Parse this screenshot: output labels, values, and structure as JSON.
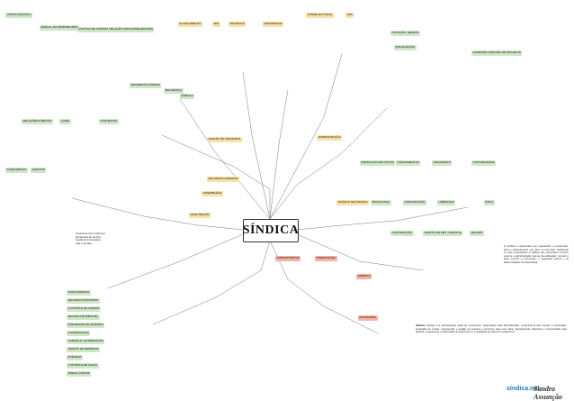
{
  "center_title": "SÍNDICA",
  "top_nodes": [
    {
      "label": "CÓDIGO DE ÉTICA",
      "color": "#cfe6c9"
    },
    {
      "label": "MANUAL DO PROPRIETÁRIO",
      "color": "#cfe6c9"
    },
    {
      "label": "POLÍTICA DE COMPRAS",
      "color": "#cfe6c9"
    },
    {
      "label": "RELAÇÃO COM FORNECEDORES",
      "color": "#cfe6c9"
    },
    {
      "label": "PLANEJAMENTO",
      "color": "#f9e2a8"
    },
    {
      "label": "SPA",
      "color": "#f9e2a8"
    },
    {
      "label": "PROJETOS",
      "color": "#f9e2a8"
    },
    {
      "label": "PRESIDÊNCIA",
      "color": "#f9e2a8"
    },
    {
      "label": "CONSELHO FISCAL",
      "color": "#f9e2a8"
    },
    {
      "label": "CDS",
      "color": "#f9e2a8"
    },
    {
      "label": "INOVAÇÃO, RECEITA",
      "color": "#cfe6c9"
    },
    {
      "label": "FISCALIZAÇÃO",
      "color": "#cfe6c9"
    },
    {
      "label": "COMISSÃO GESTORA DE PROJETOS",
      "color": "#cfe6c9"
    }
  ],
  "mid_nodes": [
    {
      "label": "REGIMENTO INTERNO",
      "color": "#cfe6c9"
    },
    {
      "label": "SEGURANÇA",
      "color": "#cfe6c9"
    },
    {
      "label": "PÚBLICO",
      "color": "#cfe6c9"
    },
    {
      "label": "CONTRATOS",
      "color": "#cfe6c9"
    },
    {
      "label": "RELAÇÕES PÚBLICAS",
      "color": "#cfe6c9"
    },
    {
      "label": "LAZER",
      "color": "#cfe6c9"
    },
    {
      "label": "CONDOMÍNIOS",
      "color": "#cfe6c9"
    },
    {
      "label": "EVENTOS",
      "color": "#cfe6c9"
    },
    {
      "label": "GESTÃO DE TERCEIROS",
      "color": "#f9e2a8"
    },
    {
      "label": "RECURSOS HUMANOS",
      "color": "#f9e2a8"
    },
    {
      "label": "MANUTENÇÃO",
      "color": "#f9e2a8"
    },
    {
      "label": "ASSEMBLÉIAS",
      "color": "#f9e2a8"
    },
    {
      "label": "ADMINISTRAÇÃO",
      "color": "#f9e2a8"
    },
    {
      "label": "PRESTAÇÃO DE CONTAS",
      "color": "#cfe6c9"
    },
    {
      "label": "INVESTIMENTOS",
      "color": "#cfe6c9"
    },
    {
      "label": "ORÇAMENTO",
      "color": "#cfe6c9"
    },
    {
      "label": "CONTABILIDADE",
      "color": "#cfe6c9"
    },
    {
      "label": "SAÚDE E SEGURANÇA",
      "color": "#f9e2a8"
    },
    {
      "label": "TECNOLOGIA",
      "color": "#cfe6c9"
    },
    {
      "label": "COMUNICAÇÃO",
      "color": "#cfe6c9"
    },
    {
      "label": "LIDERANÇA",
      "color": "#cfe6c9"
    },
    {
      "label": "ÉTICA",
      "color": "#cfe6c9"
    }
  ],
  "bottom_nodes": [
    {
      "label": "ADMINISTRATIVO",
      "color": "#f6b3a3"
    },
    {
      "label": "OPERACIONAL",
      "color": "#f6b3a3"
    },
    {
      "label": "JURÍDICO",
      "color": "#f6b3a3"
    },
    {
      "label": "FINANCEIRO",
      "color": "#f6b3a3"
    },
    {
      "label": "CONTRATAÇÃO",
      "color": "#cfe6c9"
    },
    {
      "label": "GESTÃO DE PESSOAS",
      "color": "#cfe6c9"
    },
    {
      "label": "GARANTIA",
      "color": "#cfe6c9"
    },
    {
      "label": "SEGURO",
      "color": "#cfe6c9"
    }
  ],
  "left_column": [
    "ALMOXARIFADO",
    "RECURSOS PRÓPRIOS",
    "CONTROLE DE ACESSO",
    "SEGURO PATRIMONIAL",
    "PREVENÇÃO DE INCÊNDIO",
    "CONSERVAÇÃO",
    "LIMPEZA E CONSERVAÇÃO",
    "GESTÃO DE RESÍDUOS",
    "PORTARIA",
    "CONTROLE DE VAGAS",
    "ÁREAS COMUNS"
  ],
  "side_notes": [
    "Contrato de obra / Reformas",
    "Fiscalização de serviços",
    "Gestão de fornecedores",
    "Atas e reuniões"
  ],
  "final_text_title": "Síndica:",
  "final_text": "Síndica é a representante legal do condomínio, responsável pela administração, cumprimento das normas e convenção, prestação de contas, manutenção e gestão de pessoas e recursos. Atua com ética, transparência, liderança e comunicação para garantir a segurança, a valorização do patrimônio e a qualidade de vida dos condôminos.",
  "right_text": "O síndico é responsável por representar o condomínio, ativa e passivamente, em juízo ou fora dele, praticando os atos necessários à defesa dos interesses comuns; exercer a administração interna da edificação; cumprir e fazer cumprir a convenção, o regimento interno e as determinações da assembleia.",
  "logos": {
    "primary": "síndica.net",
    "secondary": "Sandra Assunção"
  }
}
